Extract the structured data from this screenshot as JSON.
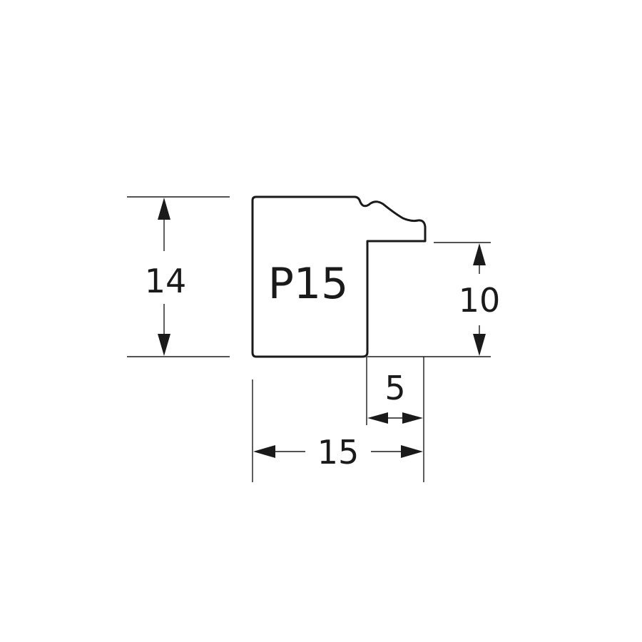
{
  "profile": {
    "code": "P15"
  },
  "dimensions": {
    "height_total": "14",
    "height_rebate": "10",
    "width_rebate": "5",
    "width_total": "15"
  },
  "colors": {
    "line": "#1a1a1a",
    "background": "#ffffff"
  }
}
